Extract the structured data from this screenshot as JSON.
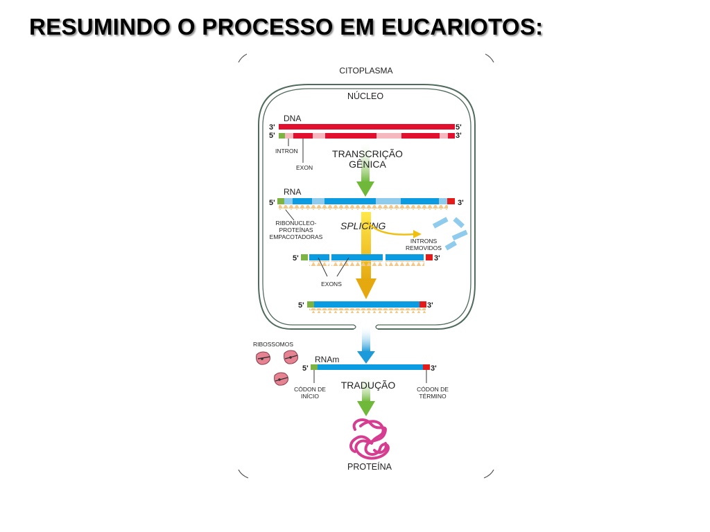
{
  "slide": {
    "title": "RESUMINDO O PROCESSO EM EUCARIOTOS:"
  },
  "diagram": {
    "cytoplasm": "CITOPLASMA",
    "nucleus": "NÚCLEO",
    "dna": "DNA",
    "prime5": "5'",
    "prime3": "3'",
    "intron": "INTRON",
    "exon": "EXON",
    "transcription": [
      "TRANSCRIÇÃO",
      "GÊNICA"
    ],
    "rna": "RNA",
    "rnp": [
      "RIBONUCLEO-",
      "PROTEÍNAS",
      "EMPACOTADORAS"
    ],
    "splicing": "SPLICING",
    "introns_removed": [
      "INTRONS",
      "REMOVIDOS"
    ],
    "exons": "EXONS",
    "ribosomes": "RIBOSSOMOS",
    "mrna": "RNAm",
    "translation": "TRADUÇÃO",
    "start_codon": [
      "CÓDON DE",
      "INÍCIO"
    ],
    "stop_codon": [
      "CÓDON DE",
      "TÉRMINO"
    ],
    "protein": "PROTEÍNA"
  },
  "colors": {
    "dna_red": "#e0102e",
    "intron_pink": "#f5b8be",
    "rna_blue": "#0a9be0",
    "intron_light_blue": "#8fcbec",
    "cap_green": "#7cb342",
    "tail_red": "#e31b1b",
    "rnp_tan": "#f2c98a",
    "splicing_yellow": "#f4d21a",
    "splicing_orange": "#e6a80f",
    "transcription_green": "#7bc043",
    "export_blue": "#1c9ad9",
    "protein_magenta": "#d63c8f",
    "ribosome_pink": "#e58393",
    "nucleus_outline": "#4f6b5c"
  }
}
